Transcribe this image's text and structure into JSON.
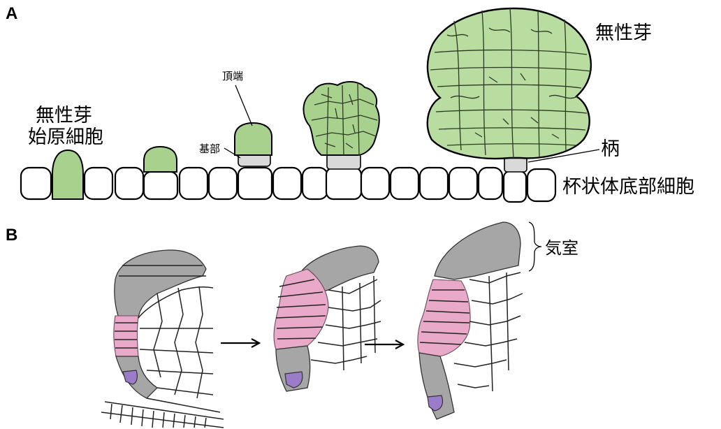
{
  "panels": {
    "a": {
      "letter": "A"
    },
    "b": {
      "letter": "B"
    }
  },
  "labels": {
    "gemma": "無性芽",
    "gemma_initial_line1": "無性芽",
    "gemma_initial_line2": "始原細胞",
    "apical": "頂端",
    "basal": "基部",
    "stalk": "柄",
    "cup_floor_cells": "杯状体底部細胞",
    "air_chamber": "気室"
  },
  "colors": {
    "gemma_green": "#a9d18e",
    "stalk_gray": "#d9d9d9",
    "epidermis_gray": "#a6a6a6",
    "pink_cells": "#e9a9c9",
    "purple_cell": "#9b7cc8"
  }
}
